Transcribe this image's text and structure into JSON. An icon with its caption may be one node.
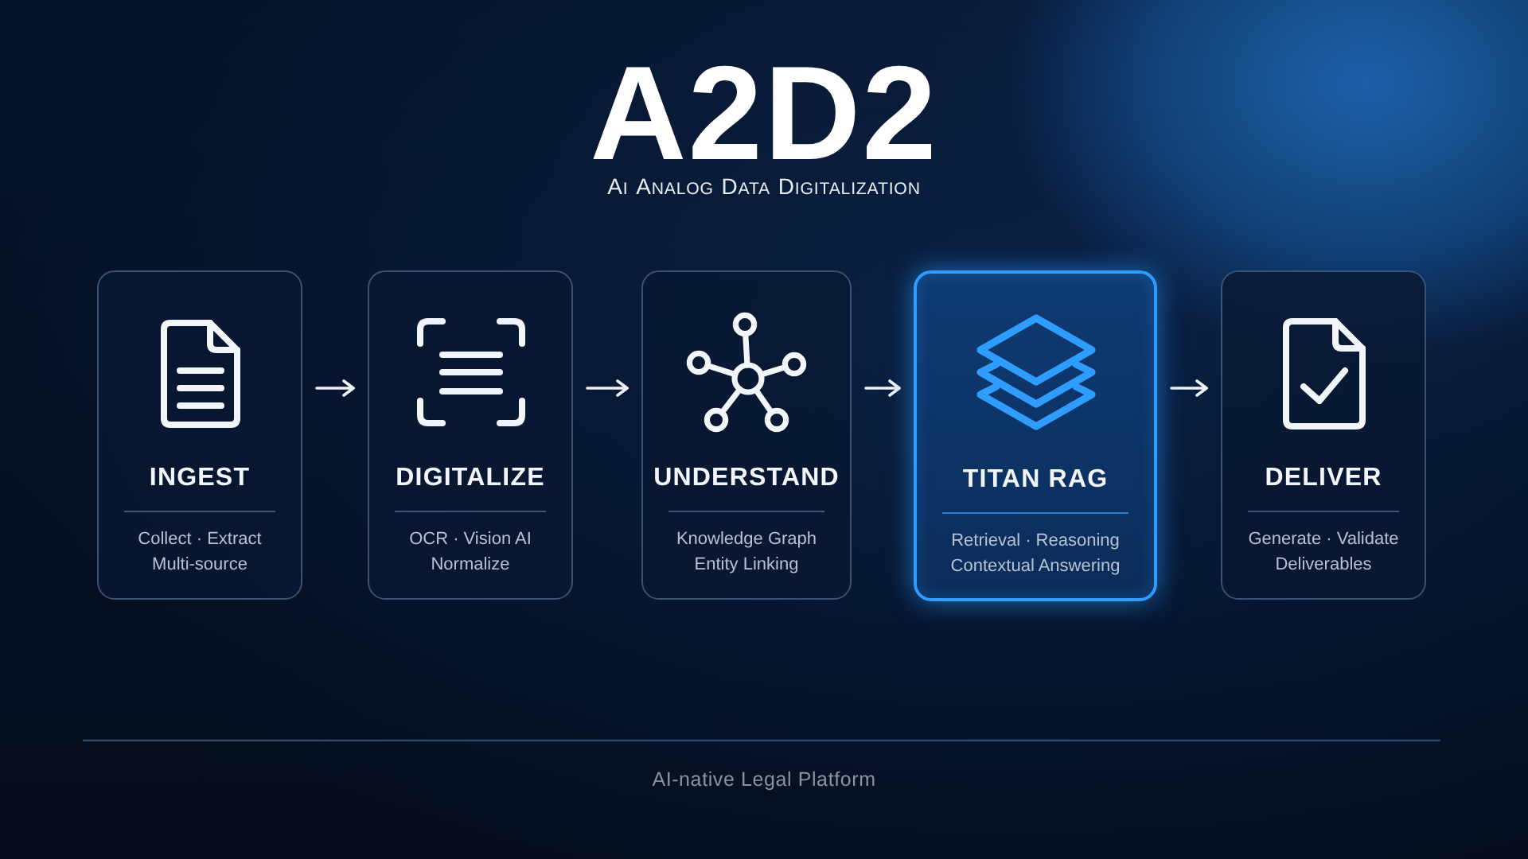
{
  "diagram": {
    "title": "A2D2",
    "caption": "AI-native Legal Platform",
    "nodes": [
      {
        "text": [
          "INGEST",
          "Collect · Extract Multi-source"
        ]
      },
      {
        "text": [
          "DIGITALIZE",
          "OCR · Vision AI Normalize"
        ]
      },
      {
        "text": [
          "UNDERSTAND",
          "Knowledge Graph Entity Linking"
        ]
      },
      {
        "text": [
          "TITAN RAG",
          "Retrieval · Reasoning Contextual Answering"
        ]
      },
      {
        "text": [
          "DELIVER",
          "Generate · Validate Deliverables"
        ]
      }
    ],
    "edges": [
      {
        "from": 0,
        "to": 1,
        "arrow": "to"
      },
      {
        "from": 1,
        "to": 2,
        "arrow": "to"
      },
      {
        "from": 2,
        "to": 3,
        "arrow": "to"
      },
      {
        "from": 3,
        "to": 4,
        "arrow": "to"
      }
    ],
    "labels": [
      "AI ANALOG DATA DIGITALIZATION"
    ]
  }
}
